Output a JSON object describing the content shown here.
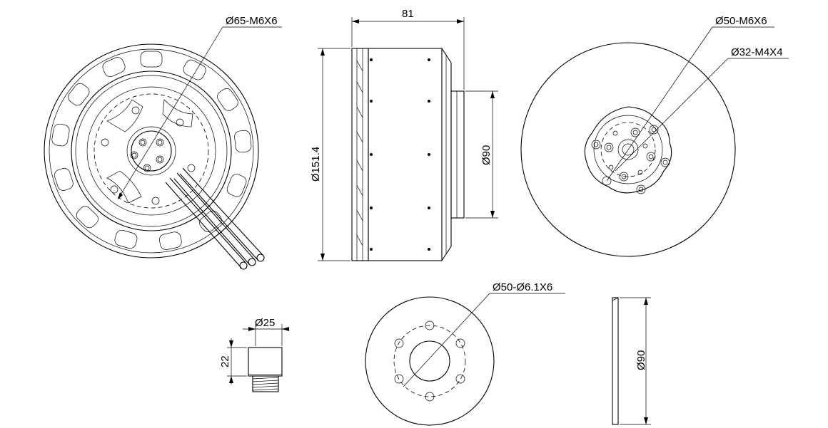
{
  "dimensions": {
    "front_bolt_circle": "Ø65-M6X6",
    "length": "81",
    "outer_diameter": "Ø151.4",
    "shaft_housing_diameter": "Ø90",
    "rear_bolt_circle": "Ø50-M6X6",
    "rear_small_bolt_circle": "Ø32-M4X4",
    "adapter_diameter": "Ø25",
    "adapter_height": "22",
    "mount_hole_circle": "Ø50-Ø6.1X6",
    "mount_plate_diameter": "Ø90"
  }
}
